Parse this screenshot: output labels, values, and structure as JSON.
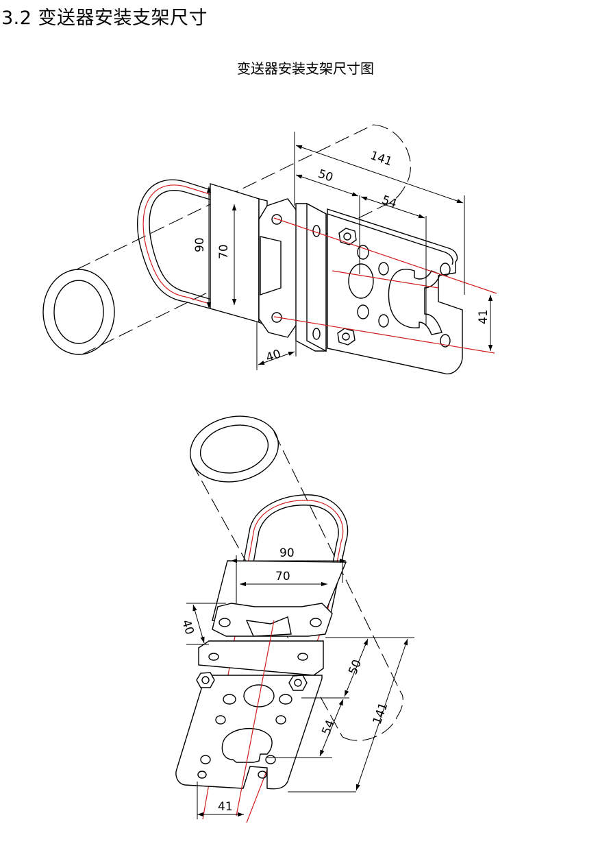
{
  "section_heading": "3.2 变送器安装支架尺寸",
  "figure_caption": "变送器安装支架尺寸图",
  "colors": {
    "outline": "#000000",
    "centerline": "#d21c1c",
    "background": "#ffffff"
  },
  "top_view": {
    "dims": {
      "d141": "141",
      "d50": "50",
      "d54": "54",
      "d90": "90",
      "d70": "70",
      "d40": "40",
      "d41": "41"
    }
  },
  "bottom_view": {
    "dims": {
      "d90": "90",
      "d70": "70",
      "d40": "40",
      "d50": "50",
      "d54": "54",
      "d141": "141",
      "d41": "41"
    }
  }
}
